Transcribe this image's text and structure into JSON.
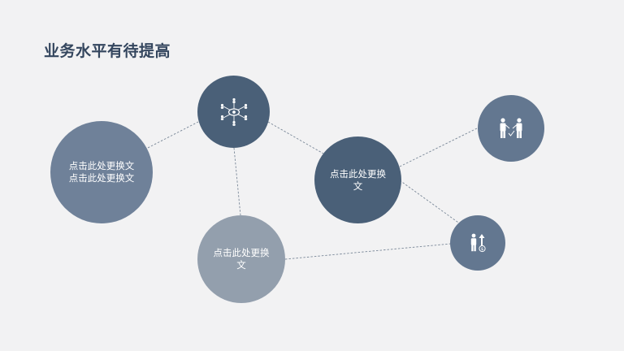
{
  "title": "业务水平有待提高",
  "nodes": {
    "left_large": {
      "label": "点击此处更换文 点击此处更换文"
    },
    "center_right": {
      "label": "点击此处更换文"
    },
    "bottom_center": {
      "label": "点击此处更换文"
    }
  },
  "icons": {
    "top_center": "network-eye-icon",
    "top_right": "handshake-people-icon",
    "bottom_right": "person-growth-money-icon"
  },
  "colors": {
    "background": "#f2f2f3",
    "title": "#34465e",
    "dark_node": "#4a6078",
    "mid_node": "#637790",
    "light_node": "#6f8199",
    "pale_node": "#939fad",
    "connector": "#7a8898"
  }
}
